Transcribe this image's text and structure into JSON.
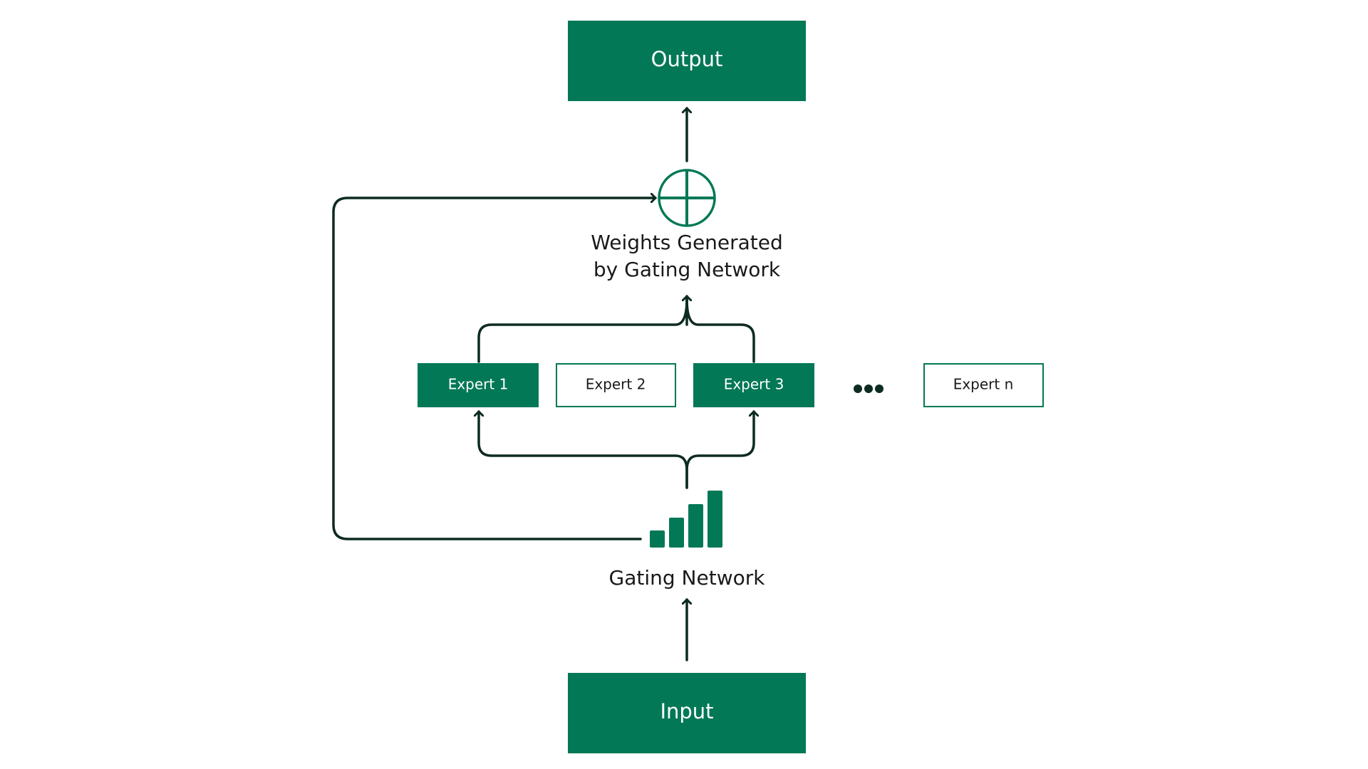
{
  "colors": {
    "accent": "#037856",
    "line": "#0d2b22",
    "background": "#ffffff"
  },
  "output": {
    "label": "Output"
  },
  "input": {
    "label": "Input"
  },
  "combine": {
    "icon": "plus-circle-icon"
  },
  "weights_caption": {
    "line1": "Weights Generated",
    "line2": "by Gating Network"
  },
  "experts": [
    {
      "label": "Expert 1",
      "selected": true
    },
    {
      "label": "Expert 2",
      "selected": false
    },
    {
      "label": "Expert 3",
      "selected": true
    },
    {
      "label": "Expert n",
      "selected": false
    }
  ],
  "ellipsis": {
    "icon": "ellipsis-icon"
  },
  "gating": {
    "label": "Gating Network",
    "icon": "bar-chart-icon"
  }
}
